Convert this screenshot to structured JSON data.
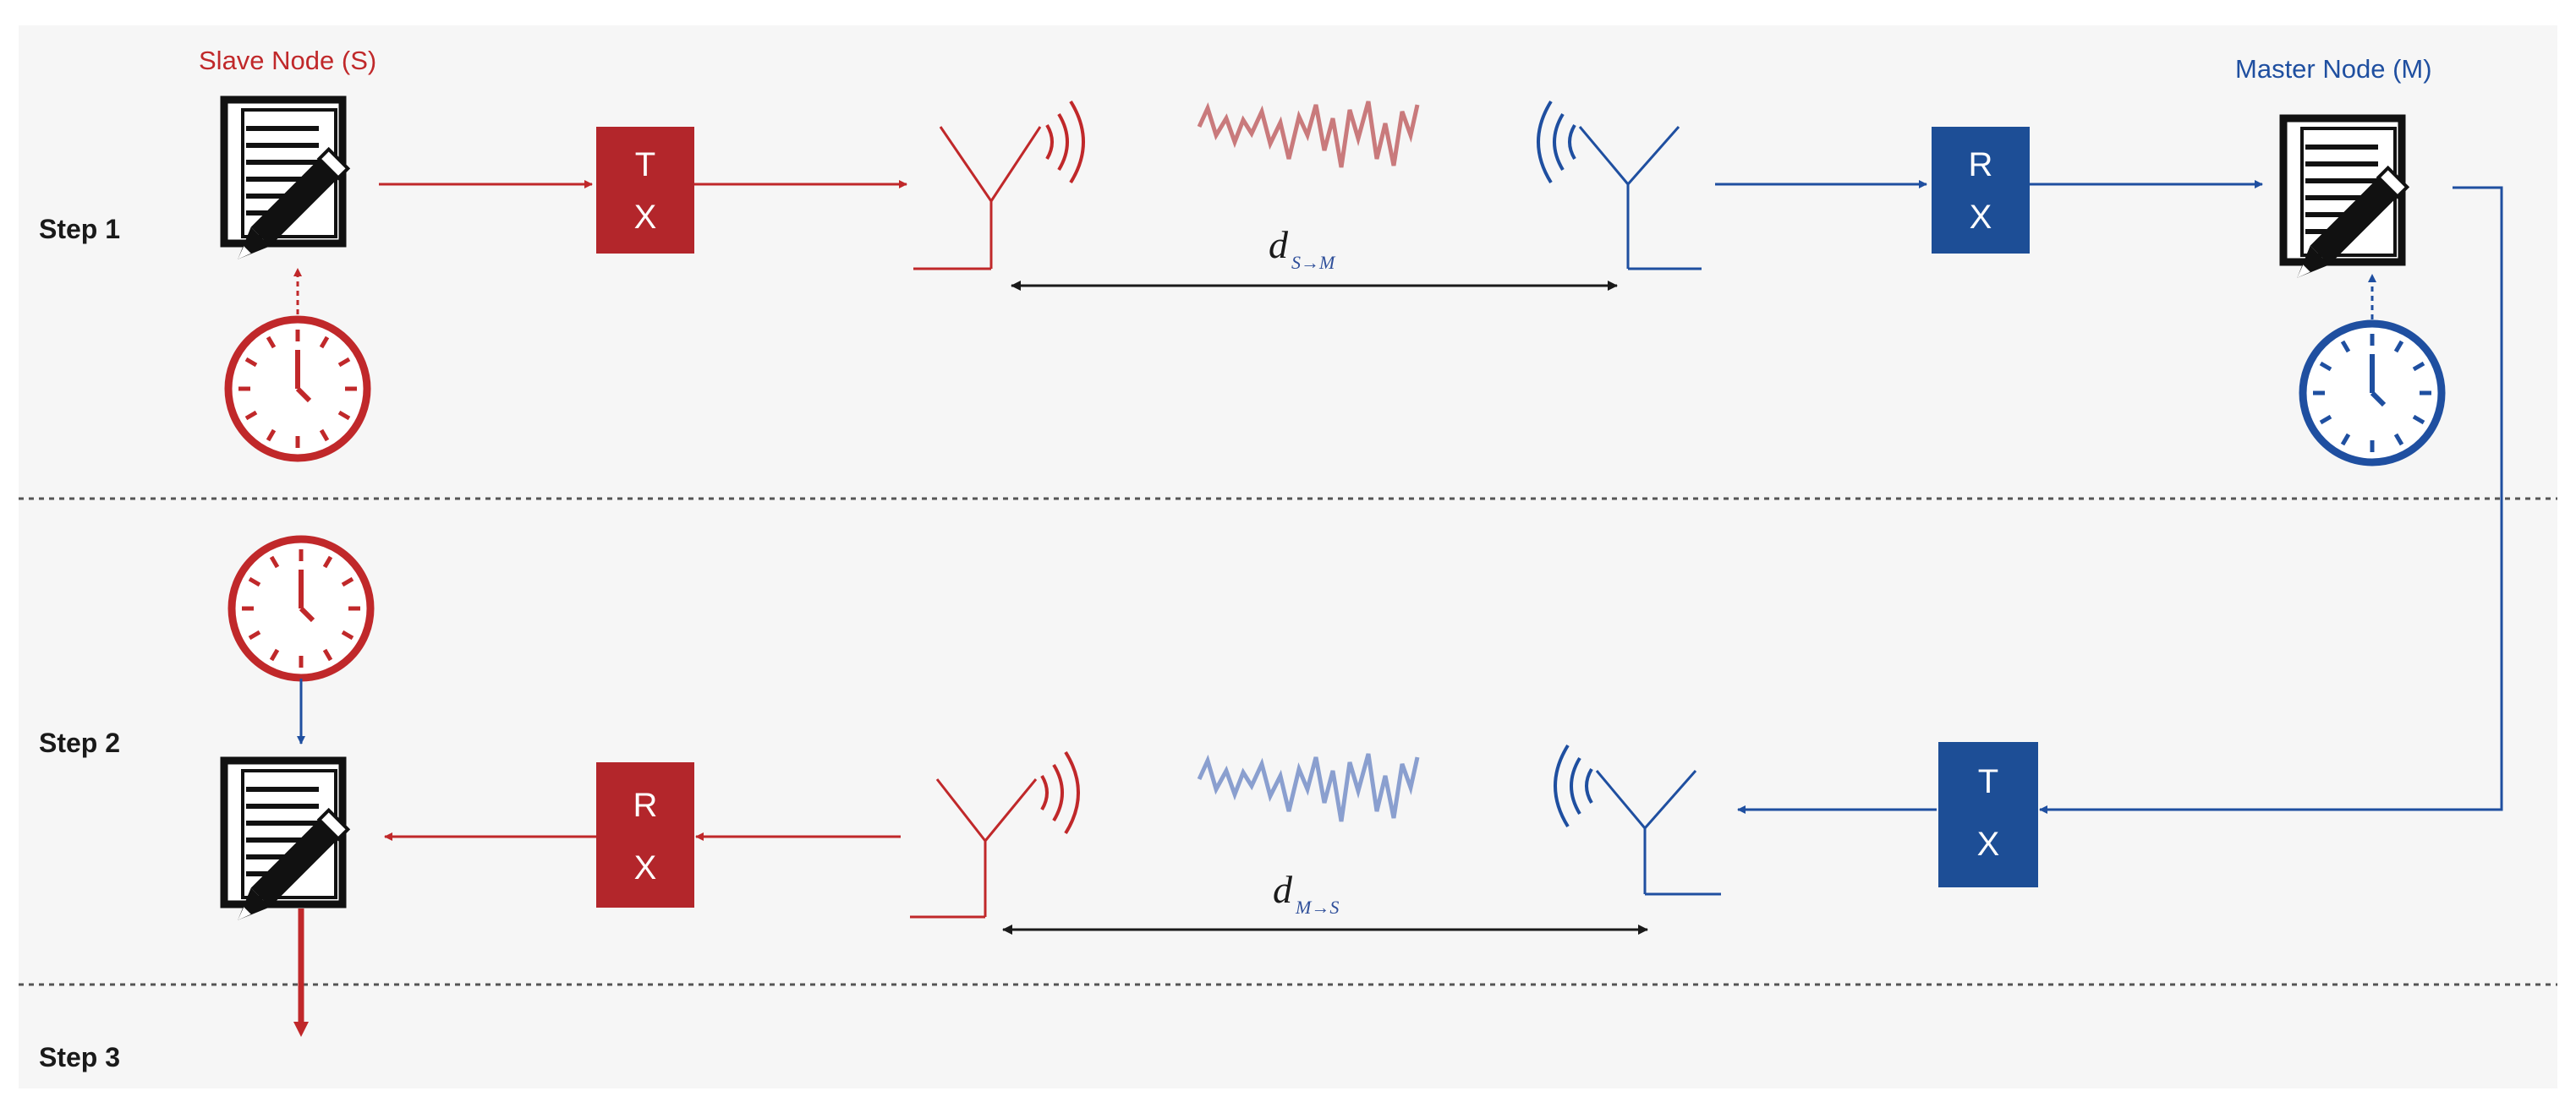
{
  "nodes": {
    "slave": {
      "label": "Slave Node (S)",
      "color": "#c0282a"
    },
    "master": {
      "label": "Master Node (M)",
      "color": "#1f4fa0"
    }
  },
  "steps": [
    "Step 1",
    "Step 2",
    "Step 3"
  ],
  "blocks": {
    "step1_tx": {
      "line1": "T",
      "line2": "X"
    },
    "step1_rx": {
      "line1": "R",
      "line2": "X"
    },
    "step2_tx": {
      "line1": "T",
      "line2": "X"
    },
    "step2_rx": {
      "line1": "R",
      "line2": "X"
    }
  },
  "distances": {
    "s_to_m": {
      "base": "d",
      "sub": "S→M"
    },
    "m_to_s": {
      "base": "d",
      "sub": "M→S"
    }
  },
  "colors": {
    "slave": "#c0282a",
    "master": "#1f4fa0",
    "slave_wave": "#c97a7c",
    "master_wave": "#8a9fcf",
    "panel": "#f6f6f6",
    "text": "#1a1a1a"
  },
  "icons": [
    "document-pencil-icon",
    "clock-icon",
    "antenna-icon",
    "signal-waves-icon",
    "waveform-icon"
  ]
}
